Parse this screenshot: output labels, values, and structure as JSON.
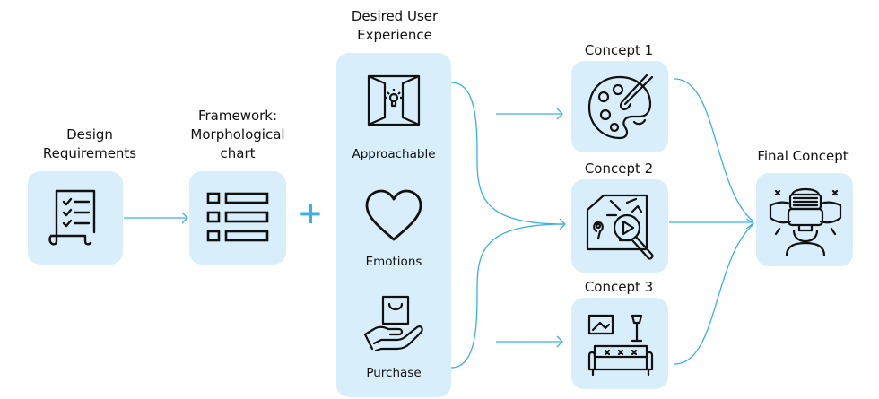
{
  "diagram": {
    "nodes": {
      "design_requirements": {
        "label_line1": "Design",
        "label_line2": "Requirements",
        "icon": "checklist-icon"
      },
      "framework": {
        "label_line1": "Framework:",
        "label_line2": "Morphological",
        "label_line3": "chart",
        "icon": "table-list-icon"
      },
      "plus": {
        "symbol": "+"
      },
      "desired_ux": {
        "label_line1": "Desired User",
        "label_line2": "Experience",
        "items": [
          {
            "label": "Approachable",
            "icon": "open-door-icon"
          },
          {
            "label": "Emotions",
            "icon": "heart-icon"
          },
          {
            "label": "Purchase",
            "icon": "hand-shopping-bag-icon"
          }
        ]
      },
      "concepts": [
        {
          "label": "Concept 1",
          "icon": "palette-icon"
        },
        {
          "label": "Concept 2",
          "icon": "map-play-icon"
        },
        {
          "label": "Concept 3",
          "icon": "living-room-icon"
        }
      ],
      "final_concept": {
        "label": "Final Concept",
        "icon": "vr-headset-icon"
      }
    },
    "colors": {
      "box_fill": "#d8eefa",
      "connector": "#3ab0e6",
      "icon_stroke": "#111111"
    }
  }
}
